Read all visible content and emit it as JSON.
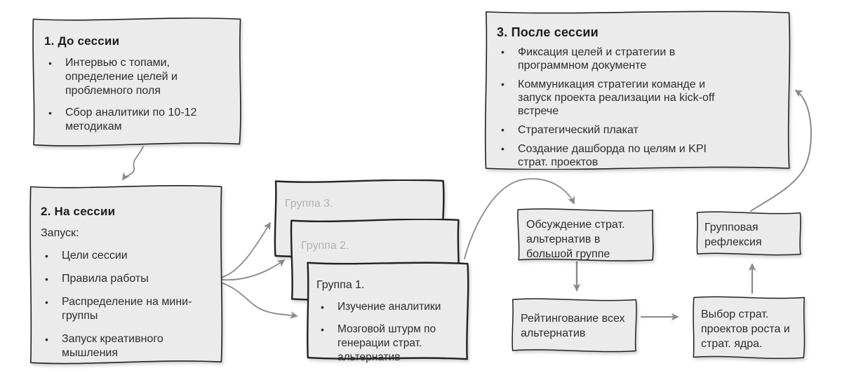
{
  "diagram": {
    "colors": {
      "box_fill": "#ebebeb",
      "box_border": "#222222",
      "arrow": "#8a8a8a",
      "muted_text": "#b3b3b3",
      "text": "#2d2d2d"
    },
    "stages": {
      "before": {
        "title": "1. До сессии",
        "bullets": [
          "Интервью с топами, определение целей и проблемного поля",
          "Сбор аналитики по 10-12 методикам"
        ]
      },
      "during": {
        "title": "2. На сессии",
        "intro": "Запуск:",
        "bullets": [
          "Цели сессии",
          "Правила работы",
          "Распределение на мини-группы",
          "Запуск креативного мышления"
        ]
      },
      "after": {
        "title": "3. После сессии",
        "bullets": [
          "Фиксация целей и стратегии в программном документе",
          "Коммуникация стратегии команде и запуск проекта реализации на kick-off встрече",
          "Стратегический плакат",
          "Создание дашборда по целям и KPI страт. проектов"
        ]
      }
    },
    "groups": {
      "group3": {
        "label": "Группа 3."
      },
      "group2": {
        "label": "Группа 2."
      },
      "group1": {
        "label": "Группа 1.",
        "bullets": [
          "Изучение аналитики",
          "Мозговой штурм по генерации страт. альтернатив"
        ]
      }
    },
    "steps": {
      "discussion": {
        "text": "Обсуждение страт. альтернатив в большой группе"
      },
      "reflection": {
        "text": "Групповая рефлексия"
      },
      "rating": {
        "text": "Рейтингование всех альтернатив"
      },
      "selection": {
        "text": "Выбор страт. проектов роста и страт. ядра."
      }
    }
  }
}
